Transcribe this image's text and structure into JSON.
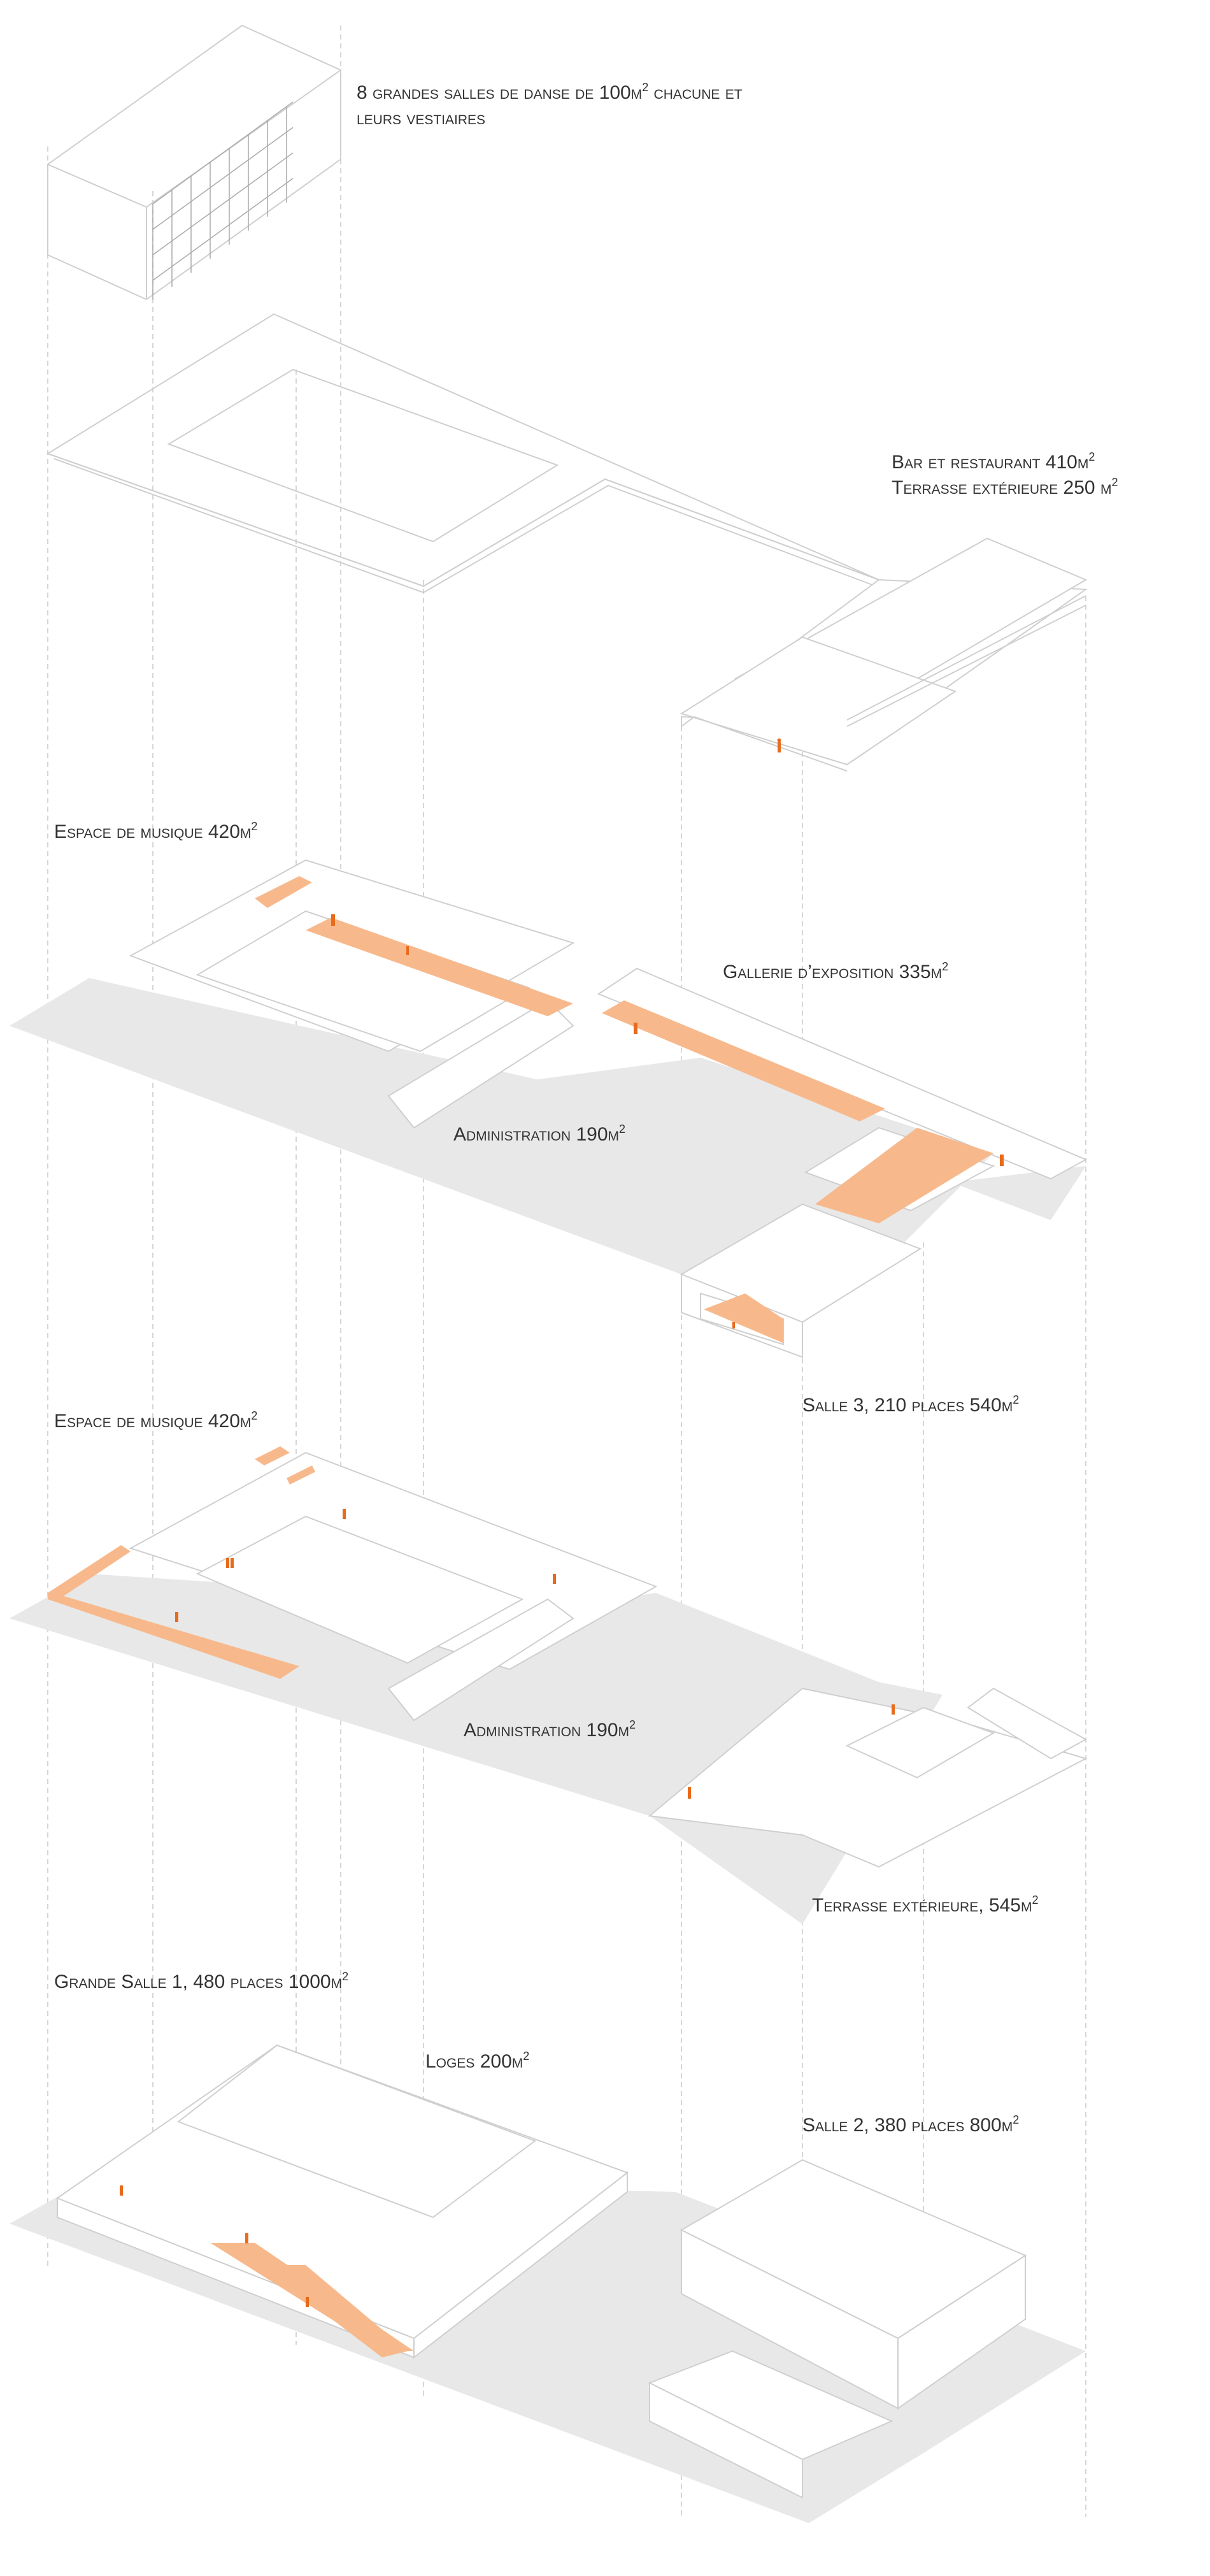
{
  "colors": {
    "accent": "#f7b98c",
    "accent_dark": "#e86a1a",
    "shadow": "#e8e8e8",
    "line": "#cfcfcf",
    "guide": "#d6d6d6",
    "text": "#333333"
  },
  "labels": {
    "danse": {
      "line1": "8 grandes salles de danse de 100m",
      "line1_sup": "2",
      "line1_tail": " chacune et",
      "line2": "leurs vestiaires"
    },
    "bar": {
      "line1": "Bar  et restaurant 410m",
      "line1_sup": "2",
      "line2": "Terrasse extérieure 250 m",
      "line2_sup": "2"
    },
    "musique_1": {
      "text": "Espace de musique 420m",
      "sup": "2"
    },
    "gallerie": {
      "text": "Gallerie d’exposition 335m",
      "sup": "2"
    },
    "admin_1": {
      "text": "Administration 190m",
      "sup": "2"
    },
    "salle3": {
      "text": "Salle 3,  210 places 540m",
      "sup": "2"
    },
    "musique_2": {
      "text": "Espace de musique 420m",
      "sup": "2"
    },
    "admin_2": {
      "text": "Administration 190m",
      "sup": "2"
    },
    "terrasse": {
      "text": "Terrasse extérieure, 545m",
      "sup": "2"
    },
    "grande_salle": {
      "text": "Grande Salle 1,  480 places 1000m",
      "sup": "2"
    },
    "loges": {
      "text": "Loges 200m",
      "sup": "2"
    },
    "salle2": {
      "text": "Salle 2, 380 places 800m",
      "sup": "2"
    }
  }
}
